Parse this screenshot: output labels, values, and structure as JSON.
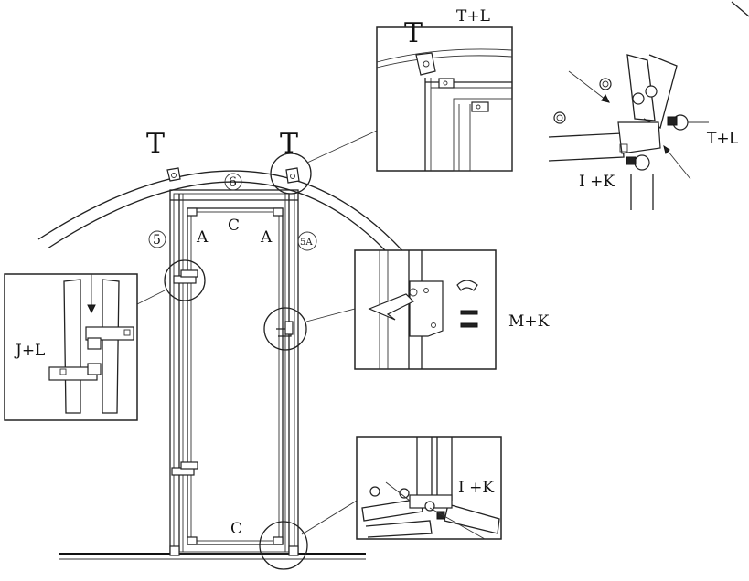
{
  "labels": {
    "arch_t_left": "T",
    "arch_t_right": "T",
    "circle_6": "6",
    "circle_5": "5",
    "circle_5a": "5A",
    "letter_a_left": "A",
    "letter_c_top": "C",
    "letter_a_right": "A",
    "letter_c_bottom": "C",
    "detail_top_t": "T",
    "detail_top_tl": "T+L",
    "detail_right_tl": "T+L",
    "detail_right_ik": "I +K",
    "detail_jl": "J+L",
    "detail_mk": "M+K",
    "detail_bottom_ik": "I +K"
  }
}
